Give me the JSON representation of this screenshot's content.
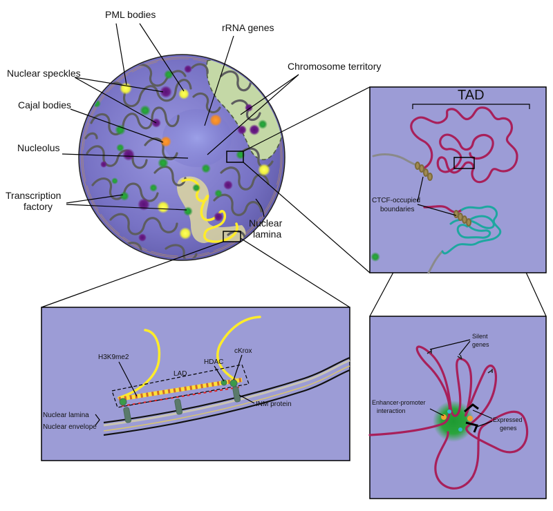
{
  "labels": {
    "pml_bodies": "PML bodies",
    "rrna_genes": "rRNA genes",
    "nuclear_speckles": "Nuclear speckles",
    "chromosome_territory": "Chromosome territory",
    "cajal_bodies": "Cajal bodies",
    "nucleolus": "Nucleolus",
    "transcription_factory_1": "Transcription",
    "transcription_factory_2": "factory",
    "nuclear_lamina_1": "Nuclear",
    "nuclear_lamina_2": "lamina",
    "tad": "TAD",
    "ctcf_1": "CTCF-occupied",
    "ctcf_2": "boundaries",
    "silent_genes_1": "Silent",
    "silent_genes_2": "genes",
    "enhancer_promoter_1": "Enhancer-promoter",
    "enhancer_promoter_2": "interaction",
    "expressed_genes_1": "Expressed",
    "expressed_genes_2": "genes",
    "h3k9me2": "H3K9me2",
    "lad": "LAD",
    "hdac": "HDAC",
    "ckrox": "cKrox",
    "inm_protein": "INM protein",
    "nuclear_lamina_inset": "Nuclear lamina",
    "nuclear_envelope": "Nuclear envelope"
  },
  "colors": {
    "nucleus": "#7c79c6",
    "panel_bg": "#9c9cd6",
    "territory": "#c4d8a6",
    "speckle": "#6a1f86",
    "cajal": "#f08a2a",
    "pml": "#f4f43a",
    "factory": "#2e9a3a",
    "chromatin": "#5d5d5f",
    "tad_red": "#a8205a",
    "tad_teal": "#1ea7a0",
    "lad_yellow": "#ffec2a"
  }
}
